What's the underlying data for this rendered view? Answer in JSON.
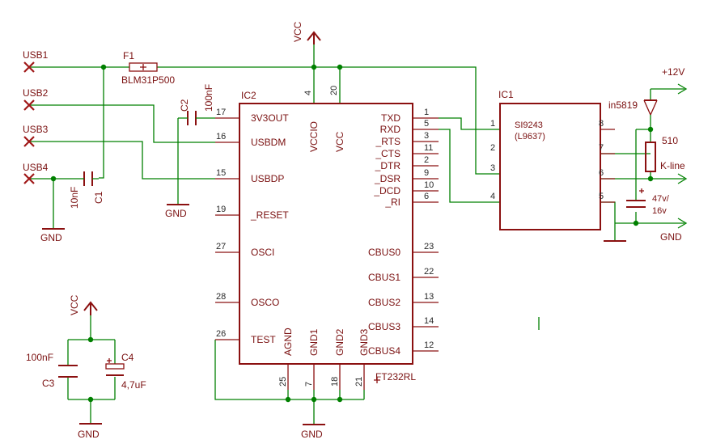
{
  "ports": {
    "usb1": "USB1",
    "usb2": "USB2",
    "usb3": "USB3",
    "usb4": "USB4"
  },
  "power": {
    "vcc": "VCC",
    "gnd": "GND",
    "v12": "+12V"
  },
  "f1": {
    "ref": "F1",
    "value": "BLM31P500"
  },
  "c1": {
    "ref": "C1",
    "value": "10nF"
  },
  "c2": {
    "ref": "C2",
    "value": "100nF"
  },
  "c3": {
    "ref": "C3",
    "value": "100nF"
  },
  "c4": {
    "ref": "C4",
    "value": "4,7uF"
  },
  "ic2": {
    "ref": "IC2",
    "value": "FT232RL",
    "left_pins": [
      {
        "num": "17",
        "name": "3V3OUT"
      },
      {
        "num": "16",
        "name": "USBDM"
      },
      {
        "num": "15",
        "name": "USBDP"
      },
      {
        "num": "19",
        "name": "_RESET"
      },
      {
        "num": "27",
        "name": "OSCI"
      },
      {
        "num": "28",
        "name": "OSCO"
      },
      {
        "num": "26",
        "name": "TEST"
      }
    ],
    "right_pins": [
      {
        "num": "1",
        "name": "TXD"
      },
      {
        "num": "5",
        "name": "RXD"
      },
      {
        "num": "3",
        "name": "_RTS"
      },
      {
        "num": "11",
        "name": "_CTS"
      },
      {
        "num": "2",
        "name": "_DTR"
      },
      {
        "num": "9",
        "name": "_DSR"
      },
      {
        "num": "10",
        "name": "_DCD"
      },
      {
        "num": "6",
        "name": "_RI"
      },
      {
        "num": "23",
        "name": "CBUS0"
      },
      {
        "num": "22",
        "name": "CBUS1"
      },
      {
        "num": "13",
        "name": "CBUS2"
      },
      {
        "num": "14",
        "name": "CBUS3"
      },
      {
        "num": "12",
        "name": "CBUS4"
      }
    ],
    "top_pins": [
      {
        "num": "4",
        "name": "VCCIO"
      },
      {
        "num": "20",
        "name": "VCC"
      }
    ],
    "bottom_pins": [
      {
        "num": "25",
        "name": "AGND"
      },
      {
        "num": "7",
        "name": "GND1"
      },
      {
        "num": "18",
        "name": "GND2"
      },
      {
        "num": "21",
        "name": "GND3"
      }
    ]
  },
  "ic1": {
    "ref": "IC1",
    "value_line1": "SI9243",
    "value_line2": "(L9637)",
    "pins": [
      "1",
      "2",
      "3",
      "4",
      "8",
      "7",
      "6",
      "5"
    ]
  },
  "d1": {
    "value": "in5819"
  },
  "r1": {
    "value": "510"
  },
  "kline": "K-line",
  "c5": {
    "line1": "47v/",
    "line2": "16v"
  }
}
